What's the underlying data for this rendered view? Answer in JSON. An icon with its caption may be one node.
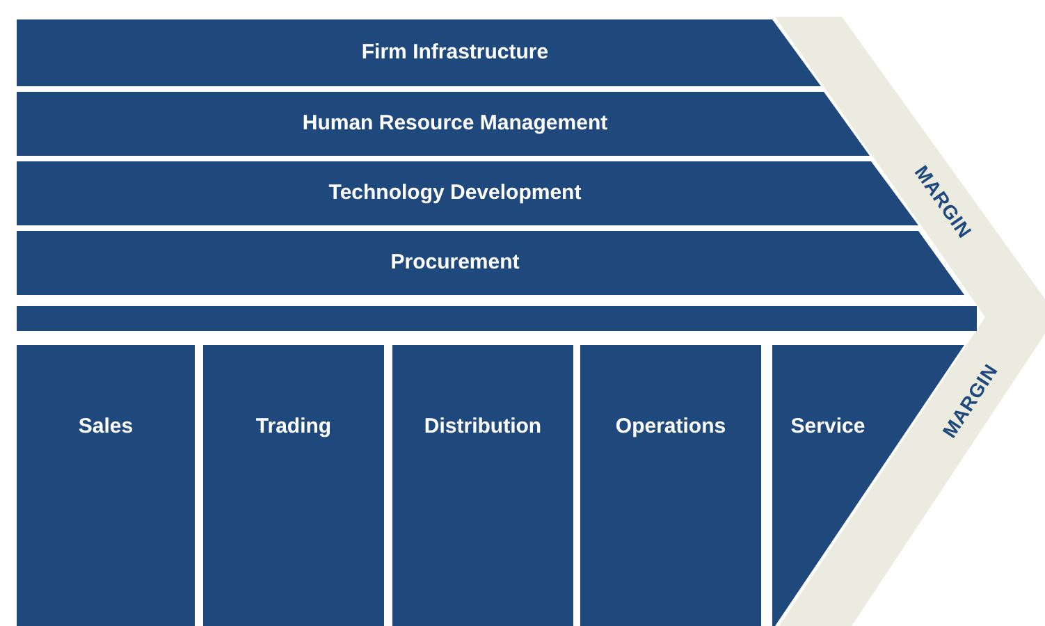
{
  "diagram": {
    "nodes": [
      {
        "text": [
          "Firm Infrastructure"
        ]
      },
      {
        "text": [
          "Human Resource Management"
        ]
      },
      {
        "text": [
          "Technology Development"
        ]
      },
      {
        "text": [
          "Procurement"
        ]
      },
      {
        "text": [],
        "shape": "bar"
      },
      {
        "text": [
          "Sales"
        ]
      },
      {
        "text": [
          "Trading"
        ]
      },
      {
        "text": [
          "Distribution"
        ]
      },
      {
        "text": [
          "Operations"
        ]
      },
      {
        "text": [
          "Service"
        ]
      },
      {
        "text": [
          "MARGIN",
          "MARGIN"
        ]
      }
    ]
  }
}
